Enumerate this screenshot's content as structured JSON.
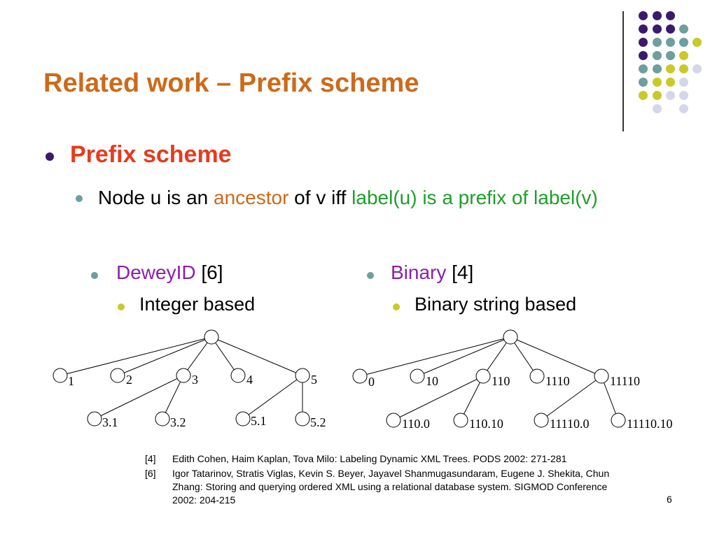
{
  "slide": {
    "title": "Related work – Prefix scheme",
    "page_number": "6"
  },
  "bullets": {
    "level1": "Prefix scheme",
    "level2": {
      "t1": "Node u is an ",
      "t2": "ancestor",
      "t3": " of v iff ",
      "t4": "label(u) is a prefix of label(v)"
    },
    "left": {
      "name": "DeweyID",
      "ref": " [6]",
      "sub": "Integer based"
    },
    "right": {
      "name": "Binary",
      "ref": " [4]",
      "sub": "Binary string based"
    }
  },
  "trees": {
    "dewey": {
      "level1": [
        "1",
        "2",
        "3",
        "4",
        "5"
      ],
      "level2": [
        "3.1",
        "3.2",
        "5.1",
        "5.2"
      ]
    },
    "binary": {
      "level1": [
        "0",
        "10",
        "110",
        "1110",
        "11110"
      ],
      "level2": [
        "110.0",
        "110.10",
        "11110.0",
        "11110.10"
      ]
    }
  },
  "references": [
    {
      "id": "[4]",
      "text": "Edith Cohen, Haim Kaplan, Tova Milo: Labeling Dynamic XML Trees. PODS 2002: 271-281"
    },
    {
      "id": "[6]",
      "text": "Igor Tatarinov, Stratis Viglas, Kevin S. Beyer, Jayavel Shanmugasundaram, Eugene J. Shekita, Chun Zhang: Storing and querying ordered XML using a relational database system. SIGMOD Conference 2002: 204-215"
    }
  ],
  "colors": {
    "title": "#cc6a1b",
    "level1": "#e63b1e",
    "dark_purple": "#3b1a6b",
    "teal": "#6e9e9e",
    "yellow_green": "#c9c92a",
    "lavender": "#d6d6ea"
  }
}
